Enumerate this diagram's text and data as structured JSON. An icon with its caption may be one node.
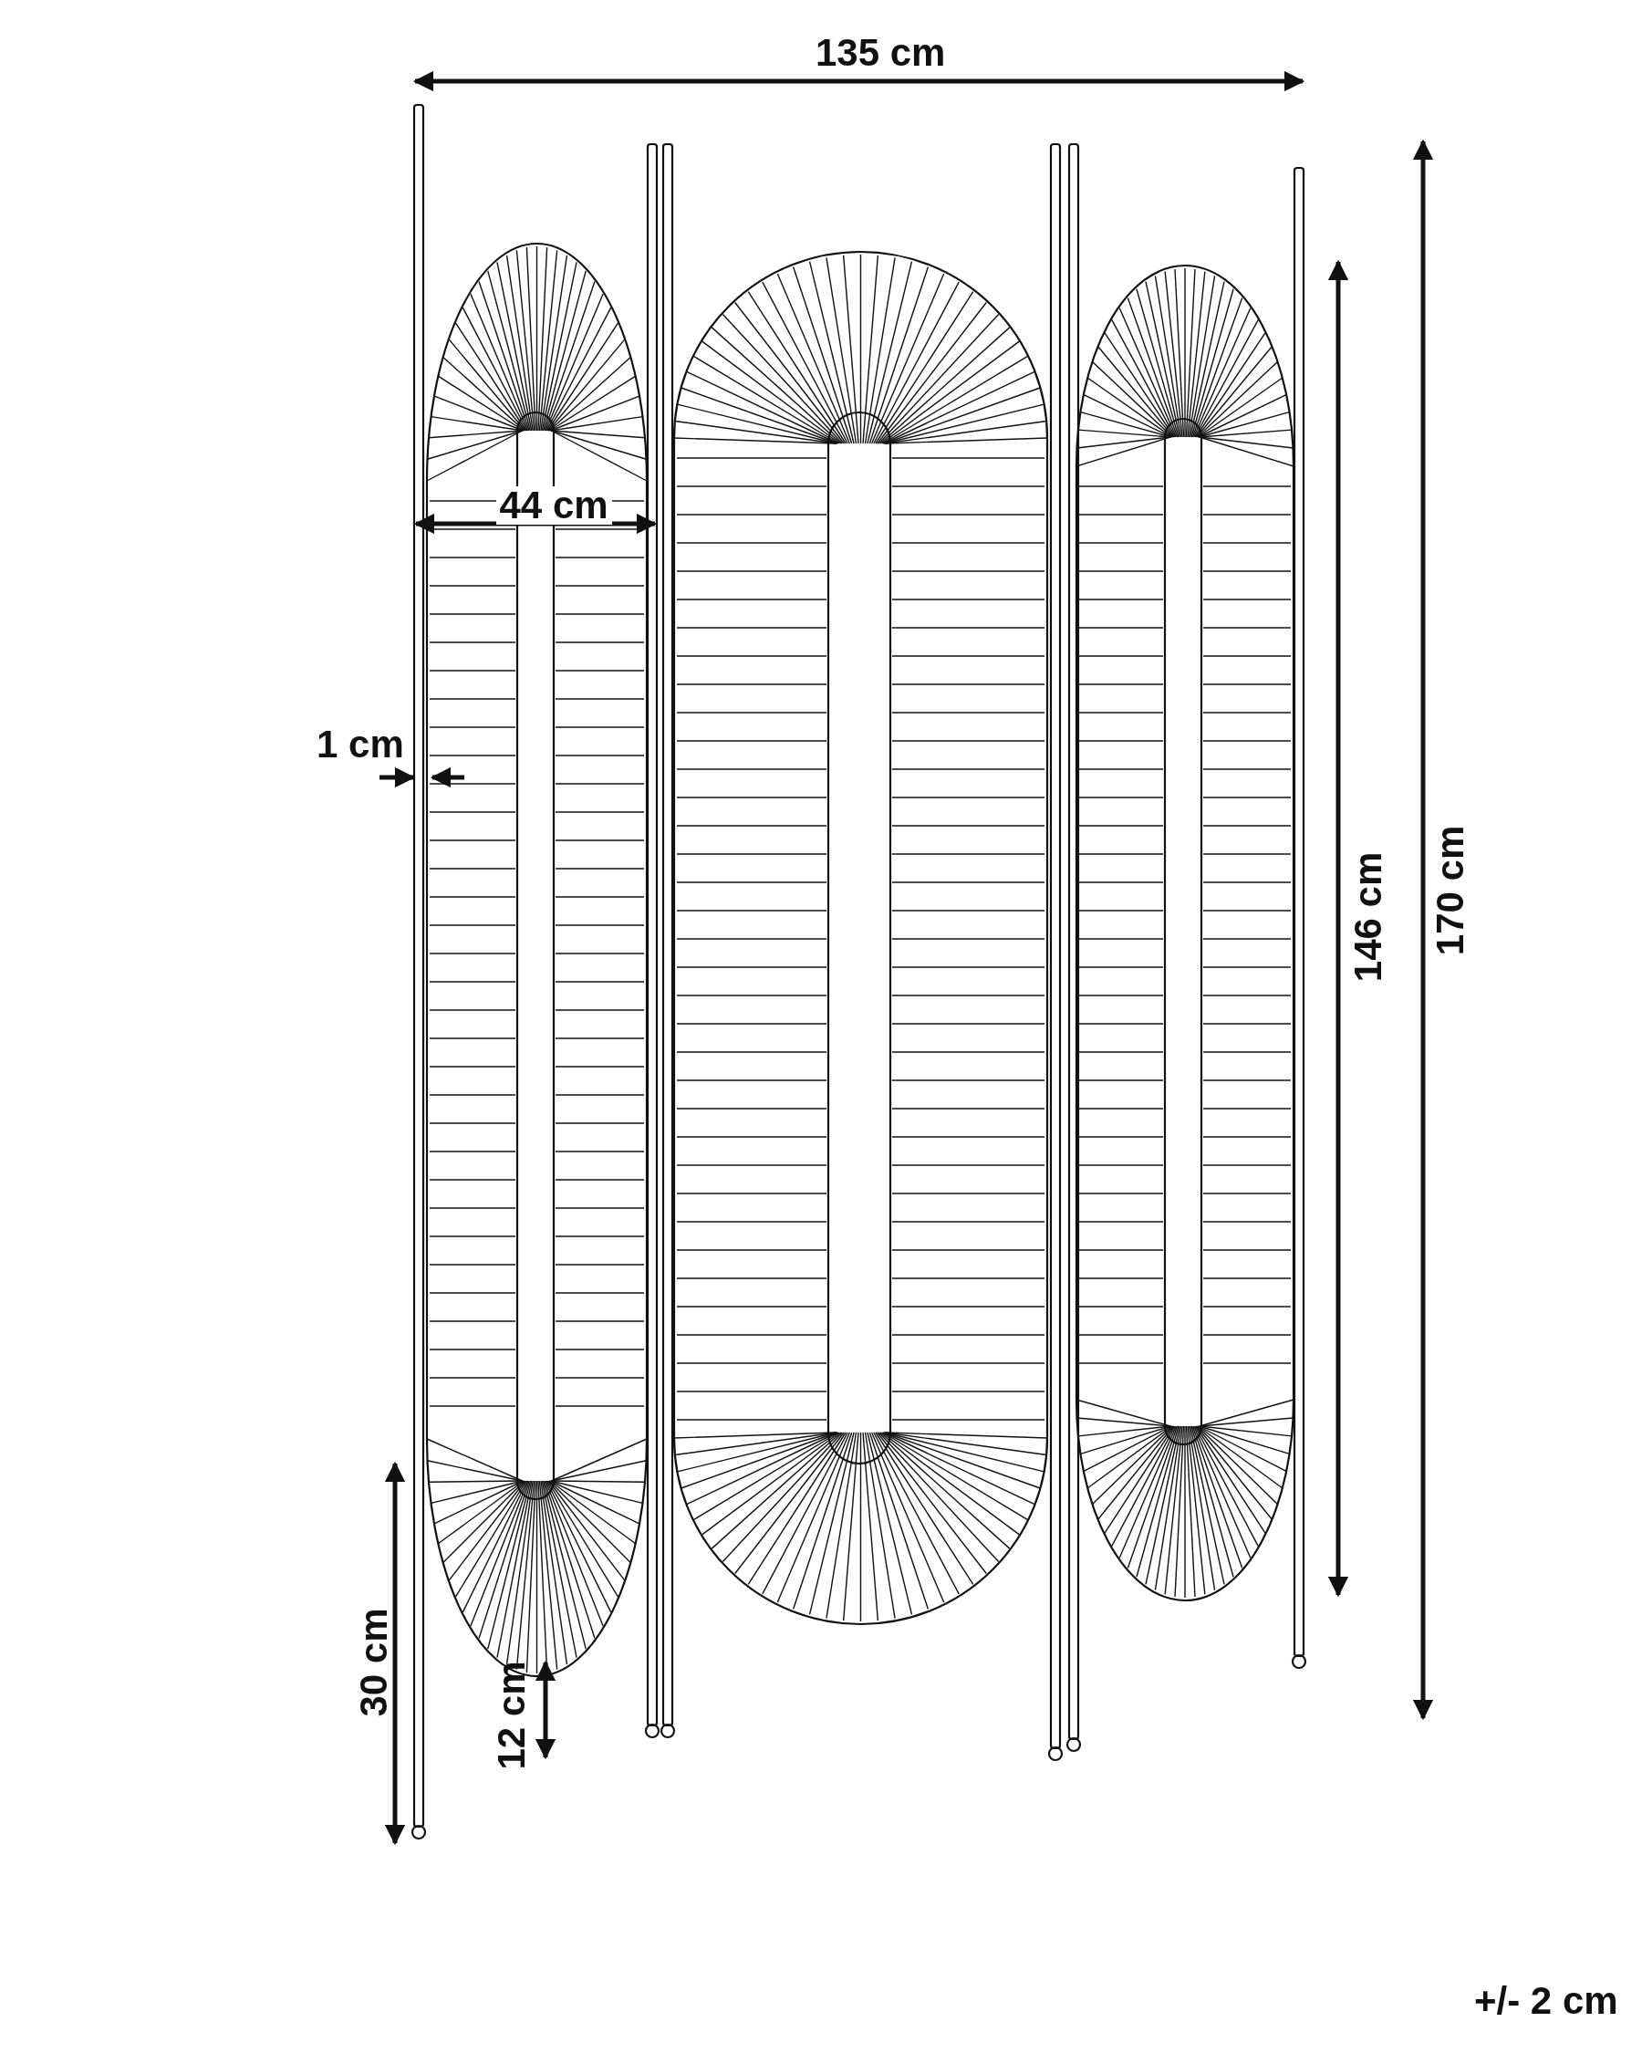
{
  "diagram": {
    "labels": [
      "135 cm",
      "44 cm",
      "1 cm",
      "146 cm",
      "170 cm",
      "30 cm",
      "12 cm",
      "+/- 2 cm"
    ]
  }
}
